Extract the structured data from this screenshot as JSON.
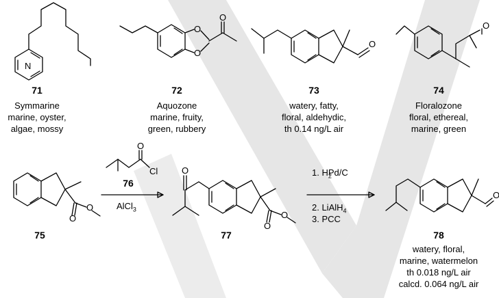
{
  "compounds": [
    {
      "num": "71",
      "name": "Symmarine",
      "lines": [
        "marine, oyster,",
        "algae, mossy"
      ]
    },
    {
      "num": "72",
      "name": "Aquozone",
      "lines": [
        "marine, fruity,",
        "green, rubbery"
      ]
    },
    {
      "num": "73",
      "name": "",
      "lines": [
        "watery, fatty,",
        "floral, aldehydic,",
        "th 0.14 ng/L air"
      ]
    },
    {
      "num": "74",
      "name": "Floralozone",
      "lines": [
        "floral, ethereal,",
        "marine, green"
      ]
    },
    {
      "num": "75",
      "name": "",
      "lines": []
    },
    {
      "num": "76",
      "name": "",
      "lines": []
    },
    {
      "num": "77",
      "name": "",
      "lines": []
    },
    {
      "num": "78",
      "name": "",
      "lines": [
        "watery, floral,",
        "marine, watermelon",
        "th 0.018 ng/L air",
        "calcd. 0.064 ng/L air"
      ]
    }
  ],
  "atoms": {
    "N": "N",
    "O": "O",
    "Cl": "Cl"
  },
  "reagents": {
    "step1_catalyst": "AlCl",
    "step1_catalyst_sub": "3",
    "step2_1": "1. H",
    "step2_1_sub": "2",
    "step2_1_tail": "Pd/C",
    "step2_2": "2. LiAlH",
    "step2_2_sub": "4",
    "step2_3": "3. PCC"
  },
  "colors": {
    "watermark": "#e6e6e6",
    "ink": "#000000"
  }
}
